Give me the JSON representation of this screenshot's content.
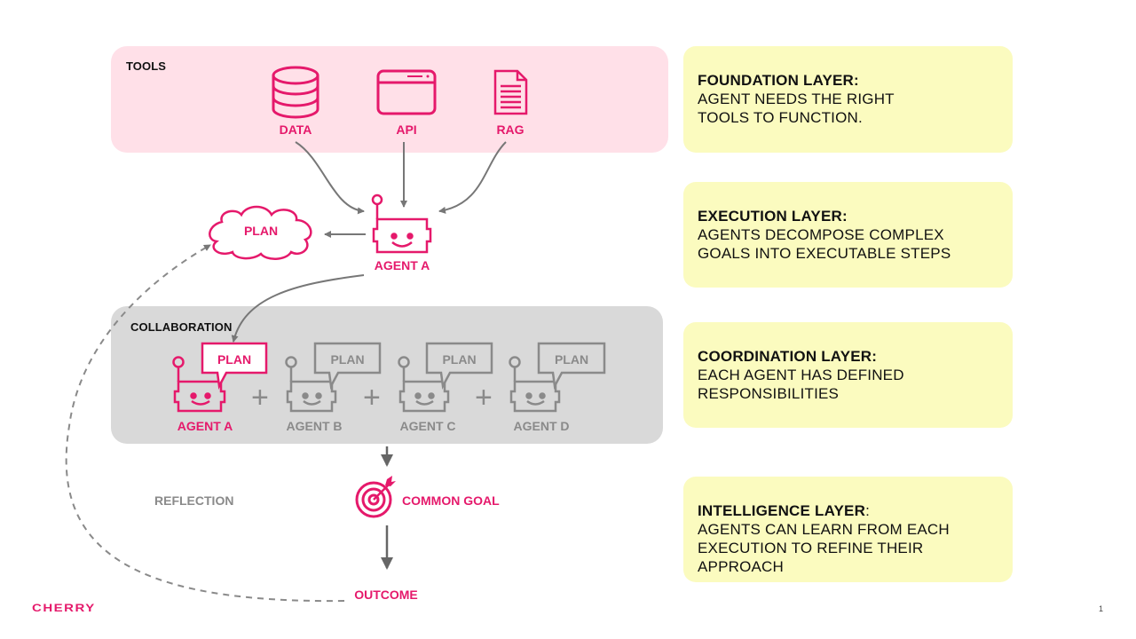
{
  "tools": {
    "heading": "TOOLS",
    "items": [
      {
        "label": "DATA",
        "icon": "database-icon"
      },
      {
        "label": "API",
        "icon": "browser-window-icon"
      },
      {
        "label": "RAG",
        "icon": "document-icon"
      }
    ]
  },
  "agent_main": {
    "label": "AGENT A",
    "icon": "robot-icon"
  },
  "plan_cloud": {
    "label": "PLAN",
    "icon": "cloud-icon"
  },
  "collaboration": {
    "heading": "COLLABORATION",
    "plus": "+",
    "agents": [
      {
        "label": "AGENT A",
        "bubble": "PLAN",
        "color": "#e5196b"
      },
      {
        "label": "AGENT B",
        "bubble": "PLAN",
        "color": "#8a8a8a"
      },
      {
        "label": "AGENT C",
        "bubble": "PLAN",
        "color": "#8a8a8a"
      },
      {
        "label": "AGENT D",
        "bubble": "PLAN",
        "color": "#8a8a8a"
      }
    ]
  },
  "goal": {
    "label": "COMMON GOAL",
    "icon": "target-icon"
  },
  "outcome": {
    "label": "OUTCOME"
  },
  "reflection": {
    "label": "REFLECTION"
  },
  "layers": [
    {
      "title": "FOUNDATION LAYER:",
      "title_tail": "",
      "line1": "AGENT NEEDS THE RIGHT",
      "line2": "TOOLS TO FUNCTION."
    },
    {
      "title": "EXECUTION LAYER:",
      "title_tail": "",
      "line1": "AGENTS DECOMPOSE COMPLEX",
      "line2": "GOALS INTO EXECUTABLE STEPS"
    },
    {
      "title": "COORDINATION LAYER:",
      "title_tail": "",
      "line1": "EACH AGENT HAS DEFINED",
      "line2": "RESPONSIBILITIES"
    },
    {
      "title": "INTELLIGENCE LAYER",
      "title_tail": ":",
      "line1": "AGENTS CAN LEARN FROM EACH",
      "line2": "EXECUTION TO REFINE THEIR APPROACH"
    }
  ],
  "footer": {
    "logo": "CHERRY",
    "page": "1"
  },
  "colors": {
    "accent": "#e5196b",
    "muted": "#8a8a8a",
    "tools_bg": "#ffe0e8",
    "collab_bg": "#d9d9d9",
    "layer_bg": "#fbfbbf"
  }
}
